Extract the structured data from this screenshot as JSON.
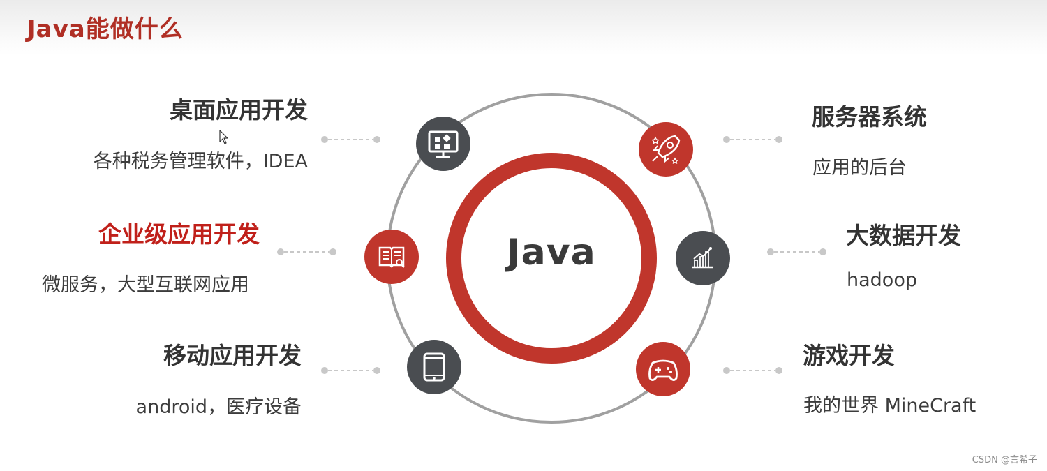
{
  "page": {
    "title": "Java能做什么",
    "center_label": "Java",
    "watermark": "CSDN @言希子"
  },
  "categories": [
    {
      "title": "桌面应用开发",
      "desc": "各种税务管理软件，IDEA",
      "icon": "desktop-monitor-icon",
      "icon_color": "dark"
    },
    {
      "title": "企业级应用开发",
      "desc": "微服务，大型互联网应用",
      "icon": "book-search-icon",
      "icon_color": "red",
      "highlight": true
    },
    {
      "title": "移动应用开发",
      "desc": "android，医疗设备",
      "icon": "tablet-icon",
      "icon_color": "dark"
    },
    {
      "title": "服务器系统",
      "desc": "应用的后台",
      "icon": "rocket-icon",
      "icon_color": "red"
    },
    {
      "title": "大数据开发",
      "desc": "hadoop",
      "icon": "bar-chart-icon",
      "icon_color": "dark"
    },
    {
      "title": "游戏开发",
      "desc": "我的世界 MineCraft",
      "icon": "gamepad-icon",
      "icon_color": "red"
    }
  ],
  "colors": {
    "accent_red": "#c0362c",
    "title_red": "#b02f25",
    "dark_gray": "#4a4d51",
    "ring_gray": "#a0a0a0"
  }
}
